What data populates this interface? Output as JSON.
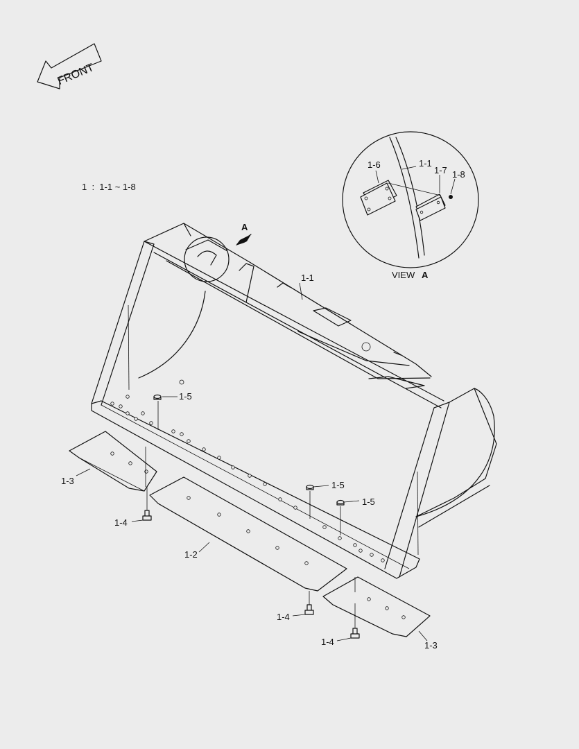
{
  "front_arrow": {
    "text": "FRONT"
  },
  "assembly_note": {
    "text": "1  :  1-1 ~ 1-8"
  },
  "view_marker": {
    "text": "A"
  },
  "view_caption": {
    "prefix": "VIEW",
    "letter": "A"
  },
  "callouts": {
    "c_1_1_main": "1-1",
    "c_1_1_detail": "1-1",
    "c_1_6": "1-6",
    "c_1_7": "1-7",
    "c_1_8": "1-8",
    "c_1_5_a": "1-5",
    "c_1_5_b": "1-5",
    "c_1_5_c": "1-5",
    "c_1_3_left": "1-3",
    "c_1_3_right": "1-3",
    "c_1_2": "1-2",
    "c_1_4_a": "1-4",
    "c_1_4_b": "1-4",
    "c_1_4_c": "1-4"
  }
}
